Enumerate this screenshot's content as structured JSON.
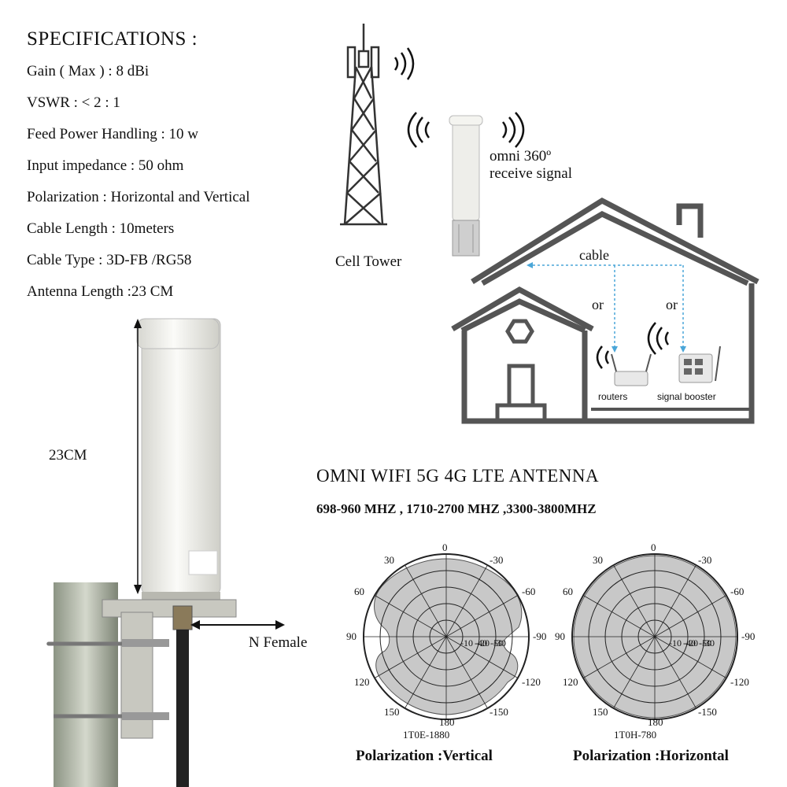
{
  "specifications": {
    "title": "SPECIFICATIONS :",
    "items": [
      "Gain ( Max ) : 8 dBi",
      "VSWR : < 2 : 1",
      "Feed Power Handling : 10 w",
      "Input impedance : 50 ohm",
      "Polarization : Horizontal and Vertical",
      "Cable Length : 10meters",
      "Cable Type : 3D-FB /RG58",
      "Antenna Length :23 CM"
    ]
  },
  "diagram": {
    "cell_tower_label": "Cell Tower",
    "omni_label_line1": "omni 360º",
    "omni_label_line2": "receive signal",
    "cable_label": "cable",
    "or_label_1": "or",
    "or_label_2": "or",
    "routers_label": "routers",
    "booster_label": "signal booster"
  },
  "product": {
    "height_label": "23CM",
    "connector_label": "N Female",
    "title": "OMNI WIFI 5G 4G LTE ANTENNA",
    "frequencies": "698-960 MHZ , 1710-2700 MHZ ,3300-3800MHZ"
  },
  "polar_plots": [
    {
      "model": "1T0E-1880",
      "caption": "Polarization :Vertical",
      "angle_labels": [
        "0",
        "-30",
        "-60",
        "-90",
        "-120",
        "-150",
        "180",
        "150",
        "120",
        "90",
        "60",
        "30"
      ],
      "ring_labels": [
        "-10",
        "-20",
        "-30",
        "-40",
        "-50"
      ]
    },
    {
      "model": "1T0H-780",
      "caption": "Polarization :Horizontal",
      "angle_labels": [
        "0",
        "-30",
        "-60",
        "-90",
        "-120",
        "-150",
        "180",
        "150",
        "120",
        "90",
        "60",
        "30"
      ],
      "ring_labels": [
        "-10",
        "-20",
        "-30",
        "-40",
        "-50"
      ]
    }
  ]
}
